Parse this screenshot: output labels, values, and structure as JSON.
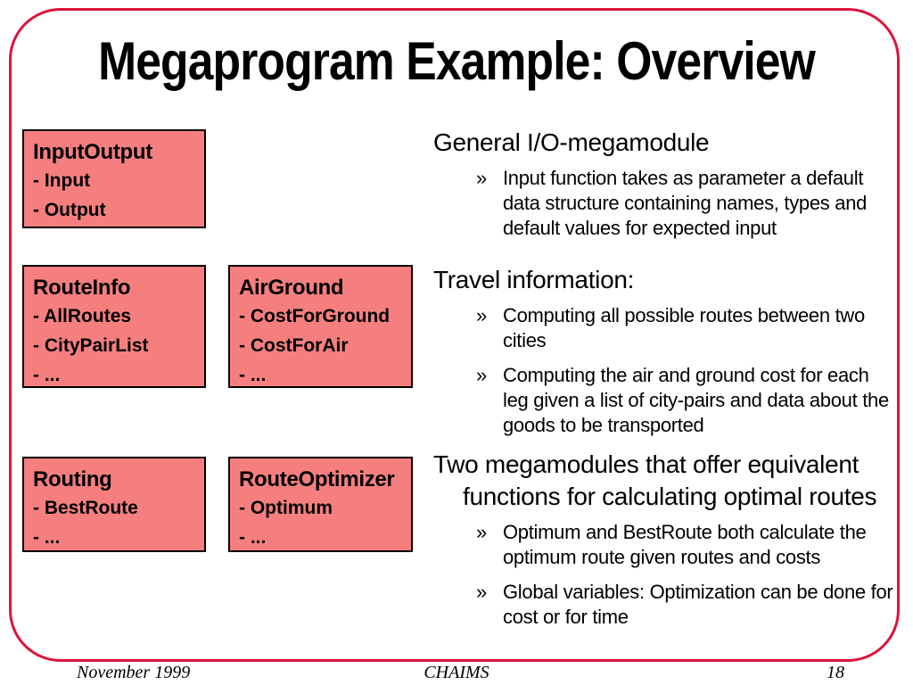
{
  "slide": {
    "title": "Megaprogram Example: Overview",
    "bullet_char": "»",
    "modules": [
      {
        "name": "InputOutput",
        "items": [
          "- Input",
          "- Output"
        ]
      },
      {
        "name": "RouteInfo",
        "items": [
          "- AllRoutes",
          "- CityPairList",
          "- ..."
        ]
      },
      {
        "name": "AirGround",
        "items": [
          "- CostForGround",
          "- CostForAir",
          "- ..."
        ]
      },
      {
        "name": "Routing",
        "items": [
          "- BestRoute",
          "- ..."
        ]
      },
      {
        "name": "RouteOptimizer",
        "items": [
          "- Optimum",
          "- ..."
        ]
      }
    ],
    "sections": [
      {
        "heading": "General I/O-megamodule",
        "bullets": [
          "Input function takes as parameter a default data structure containing names, types and default values for expected input"
        ]
      },
      {
        "heading": "Travel information:",
        "bullets": [
          "Computing all possible routes between two cities",
          "Computing the air and ground cost for each leg given a list of city-pairs and data about the goods to be transported"
        ]
      },
      {
        "heading": "Two megamodules that offer equivalent functions for calculating optimal routes",
        "bullets": [
          "Optimum and BestRoute both calculate the optimum route given routes and costs",
          "Global variables: Optimization can be done for cost or for time"
        ]
      }
    ],
    "footer": {
      "date": "November 1999",
      "center": "CHAIMS",
      "page": "18"
    },
    "colors": {
      "background": "#FFFFFF",
      "frame": "#DC143C",
      "box_fill": "#F57F7F",
      "box_border": "#000000",
      "text": "#000000"
    }
  }
}
